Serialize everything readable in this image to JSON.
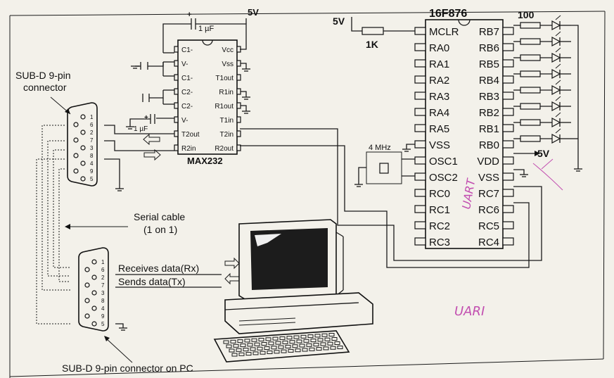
{
  "title_pic": "16F876",
  "title_max": "MAX232",
  "supply_5v": "5V",
  "res_1k": "1K",
  "res_100": "100",
  "cap_1uf": "1 µF",
  "xtal": "4 MHz",
  "pic_left": [
    "MCLR",
    "RA0",
    "RA1",
    "RA2",
    "RA3",
    "RA4",
    "RA5",
    "VSS",
    "OSC1",
    "OSC2",
    "RC0",
    "RC1",
    "RC2",
    "RC3"
  ],
  "pic_right": [
    "RB7",
    "RB6",
    "RB5",
    "RB4",
    "RB3",
    "RB2",
    "RB1",
    "RB0",
    "VDD",
    "VSS",
    "RC7",
    "RC6",
    "RC5",
    "RC4"
  ],
  "max_left": [
    "C1-",
    "V-",
    "C1-",
    "C2-",
    "C2-",
    "V-",
    "T2out",
    "R2in"
  ],
  "max_right": [
    "Vcc",
    "Vss",
    "T1out",
    "R1in",
    "R1out",
    "T1in",
    "T2in",
    "R2out"
  ],
  "dsub_top_pins": [
    "1",
    "6",
    "2",
    "7",
    "3",
    "8",
    "4",
    "9",
    "5"
  ],
  "dsub_pc_pins": [
    "1",
    "6",
    "2",
    "7",
    "3",
    "8",
    "4",
    "9",
    "5"
  ],
  "labels": {
    "subd_top_line1": "SUB-D 9-pin",
    "subd_top_line2": "connector",
    "serial_line1": "Serial cable",
    "serial_line2": "(1 on 1)",
    "rx": "Receives data(Rx)",
    "tx": "Sends data(Tx)",
    "subd_pc": "SUB-D 9-pin connector on PC"
  },
  "handwriting": {
    "uart_vertical": "UART",
    "uart_bottom": "UARI"
  },
  "colors": {
    "ink": "#111111",
    "paper": "#f3f1ea",
    "pen": "#c24fb0"
  }
}
